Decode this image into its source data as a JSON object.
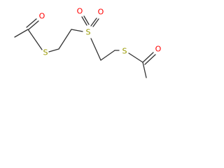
{
  "molecule": {
    "atoms": {
      "s_left": "S",
      "o_left": "O",
      "s_center": "S",
      "o_top_left": "O",
      "o_top_right": "O",
      "s_right": "S",
      "o_right": "O"
    },
    "colors": {
      "bond": "#333333",
      "sulfur": "#999900",
      "oxygen": "#ff0000"
    }
  }
}
